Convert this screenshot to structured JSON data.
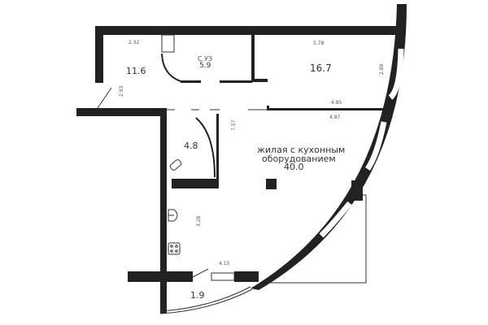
{
  "rooms": [
    {
      "id": "room-a",
      "area": "11.6"
    },
    {
      "id": "bathroom",
      "label": "С.УЗ",
      "area": "5.9"
    },
    {
      "id": "room-b",
      "area": "16.7"
    },
    {
      "id": "room-c",
      "area": "4.8"
    },
    {
      "id": "living-kitchen",
      "label_line1": "жилая с кухонным",
      "label_line2": "оборудованием",
      "area": "40.0"
    },
    {
      "id": "balcony",
      "area": "1.9"
    }
  ],
  "dimensions": [
    "2.32",
    "2.93",
    "5.78",
    "2.89",
    "4.85",
    "4.87",
    "7.57",
    "3.28",
    "4.15"
  ]
}
